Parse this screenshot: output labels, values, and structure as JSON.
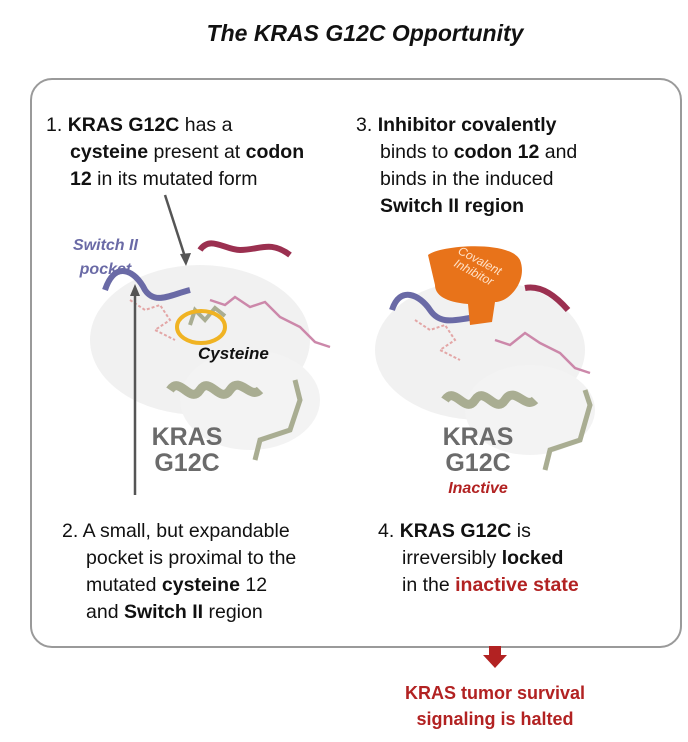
{
  "title": "The KRAS G12C Opportunity",
  "step1": {
    "num": "1.",
    "a": "KRAS G12C",
    "b": " has a",
    "c": "cysteine",
    "d": " present at ",
    "e": "codon",
    "f": "12",
    "g": " in its mutated form"
  },
  "step2": {
    "num": "2.",
    "a": "A small, but expandable",
    "b": "pocket is proximal to the",
    "c": "mutated ",
    "d": "cysteine",
    "e": " 12",
    "f": "and ",
    "g": "Switch II",
    "h": " region"
  },
  "step3": {
    "num": "3.",
    "a": "Inhibitor covalently",
    "b": "binds to ",
    "c": "codon 12",
    "d": " and",
    "e": "binds in the induced",
    "f": "Switch II region"
  },
  "step4": {
    "num": "4.",
    "a": "KRAS G12C",
    "b": " is",
    "c": "irreversibly ",
    "d": "locked",
    "e": "in the ",
    "f": "inactive state"
  },
  "left_figure": {
    "pocket_label_1": "Switch II",
    "pocket_label_2": "pocket",
    "cysteine_label": "Cysteine",
    "kras_1": "KRAS",
    "kras_2": "G12C"
  },
  "right_figure": {
    "inhibitor_1": "Covalent",
    "inhibitor_2": "Inhibitor",
    "kras_1": "KRAS",
    "kras_2": "G12C",
    "state": "Inactive"
  },
  "outcome": {
    "line1": "KRAS tumor survival",
    "line2": "signaling is halted"
  },
  "colors": {
    "accent_red": "#b22222",
    "inhibitor_orange": "#e8731a",
    "switch_blue": "#6a6aa6",
    "loop_red": "#9b3050",
    "helix_green": "#a9ad92",
    "cysteine_ring": "#f0b323"
  }
}
